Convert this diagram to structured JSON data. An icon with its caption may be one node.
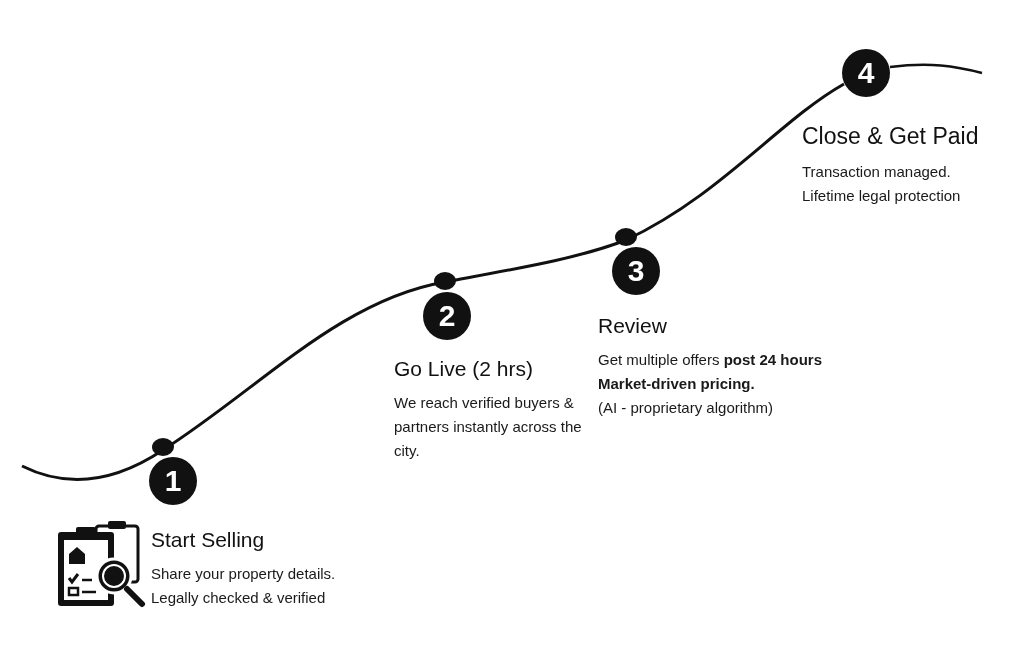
{
  "diagram": {
    "nodes": [
      {
        "text": [
          "1"
        ],
        "beside": [
          "Start Selling",
          "Share your property details.",
          "Legally checked & verified"
        ]
      },
      {
        "text": [
          "2"
        ],
        "beside": [
          "Go Live (2 hrs)",
          "We reach verified buyers & partners instantly across the city."
        ]
      },
      {
        "text": [
          "3"
        ],
        "beside": [
          "Review",
          "Get multiple offers **post 24 hours Market-driven pricing.**",
          "(AI - proprietary algorithm)"
        ]
      },
      {
        "text": [
          "4"
        ],
        "beside": [
          "Close & Get Paid",
          "Transaction managed.",
          "Lifetime legal protection"
        ]
      }
    ]
  }
}
